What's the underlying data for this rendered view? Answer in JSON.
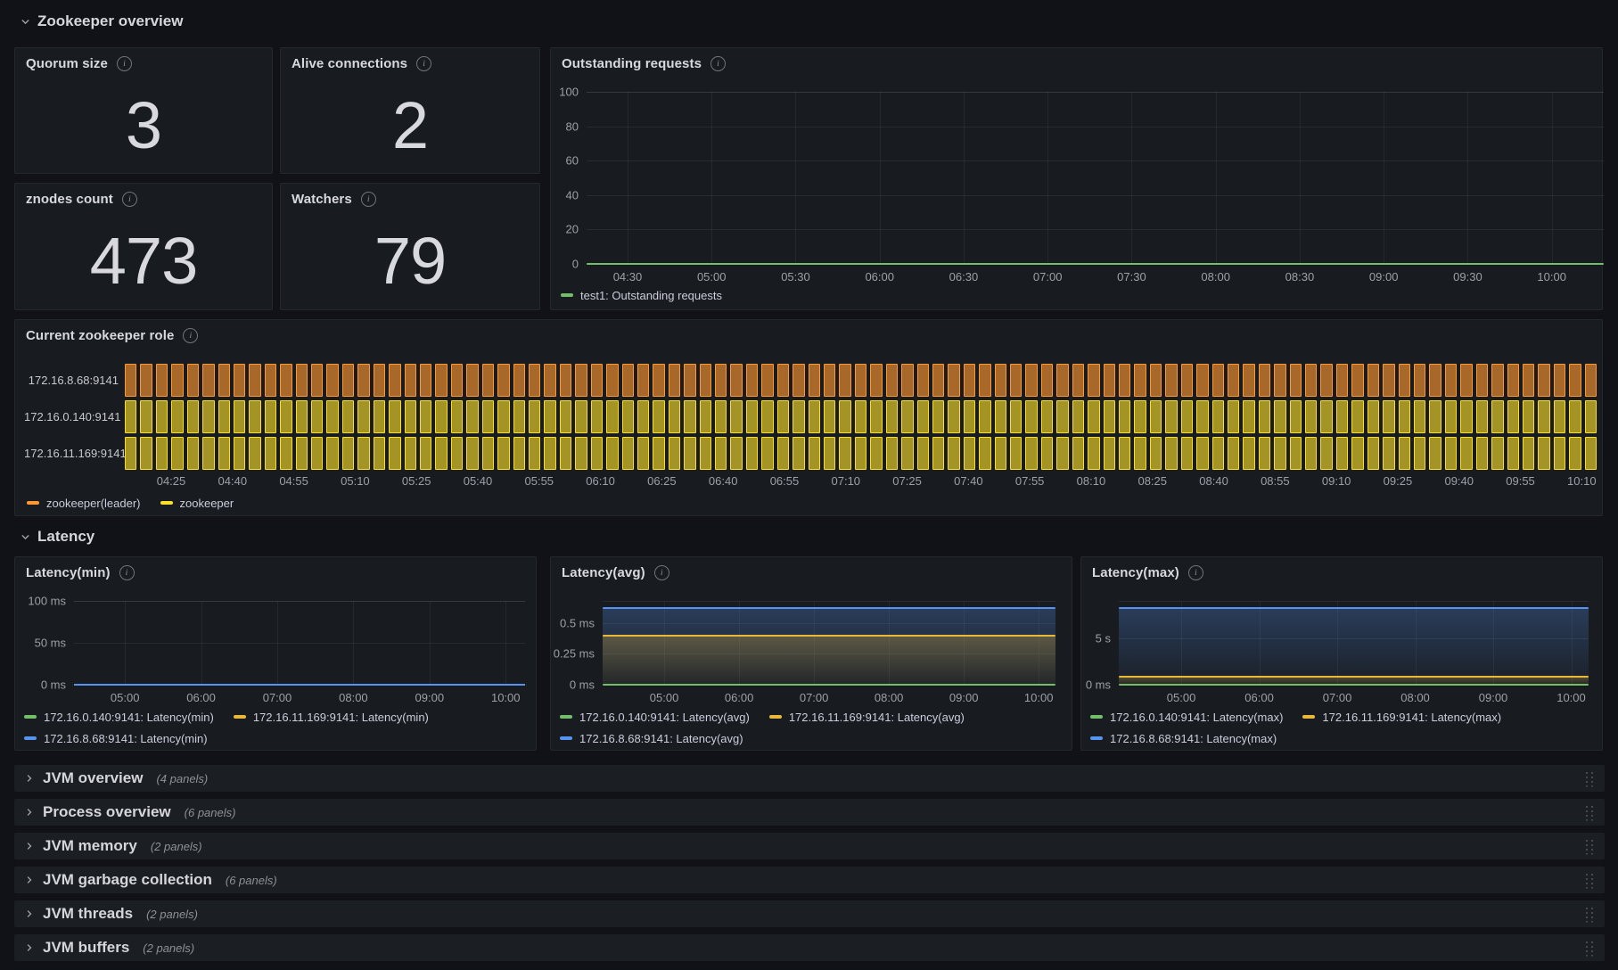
{
  "sections": {
    "overview": {
      "title": "Zookeeper overview"
    },
    "latency": {
      "title": "Latency"
    }
  },
  "stats": [
    {
      "title": "Quorum size",
      "value": "3"
    },
    {
      "title": "Alive connections",
      "value": "2"
    },
    {
      "title": "znodes count",
      "value": "473"
    },
    {
      "title": "Watchers",
      "value": "79"
    }
  ],
  "chart_data": [
    {
      "id": "outstanding-requests",
      "type": "line",
      "title": "Outstanding requests",
      "ylim": [
        0,
        100
      ],
      "y_tick_labels": [
        "100",
        "80",
        "60",
        "40",
        "20",
        "0"
      ],
      "y_tick_values": [
        100,
        80,
        60,
        40,
        20,
        0
      ],
      "x_ticks": [
        "04:30",
        "05:00",
        "05:30",
        "06:00",
        "06:30",
        "07:00",
        "07:30",
        "08:00",
        "08:30",
        "09:00",
        "09:30",
        "10:00"
      ],
      "grid": true,
      "legend_position": "bottom",
      "series": [
        {
          "name": "test1: Outstanding requests",
          "color": "#73BF69",
          "value": 0,
          "fill": false
        }
      ]
    },
    {
      "id": "current-zookeeper-role",
      "type": "state-timeline",
      "title": "Current zookeeper role",
      "x_ticks": [
        "04:25",
        "04:40",
        "04:55",
        "05:10",
        "05:25",
        "05:40",
        "05:55",
        "06:10",
        "06:25",
        "06:40",
        "06:55",
        "07:10",
        "07:25",
        "07:40",
        "07:55",
        "08:10",
        "08:25",
        "08:40",
        "08:55",
        "09:10",
        "09:25",
        "09:40",
        "09:55",
        "10:10"
      ],
      "rows": [
        {
          "label": "172.16.8.68:9141",
          "state": "zookeeper(leader)",
          "color": "#FF9830"
        },
        {
          "label": "172.16.0.140:9141",
          "state": "zookeeper",
          "color": "#FADE2A"
        },
        {
          "label": "172.16.11.169:9141",
          "state": "zookeeper",
          "color": "#FADE2A"
        }
      ],
      "legend": [
        {
          "label": "zookeeper(leader)",
          "color": "#FF9830"
        },
        {
          "label": "zookeeper",
          "color": "#FADE2A"
        }
      ],
      "segments_per_row": 95
    },
    {
      "id": "latency-min",
      "type": "line",
      "title": "Latency(min)",
      "unit": "ms",
      "ylim": [
        0,
        100
      ],
      "y_tick_labels": [
        "100 ms",
        "50 ms",
        "0 ms"
      ],
      "y_tick_values": [
        100,
        50,
        0
      ],
      "x_ticks": [
        "05:00",
        "06:00",
        "07:00",
        "08:00",
        "09:00",
        "10:00"
      ],
      "grid": true,
      "legend_position": "bottom",
      "series": [
        {
          "name": "172.16.0.140:9141: Latency(min)",
          "color": "#73BF69",
          "value": 0,
          "fill": false
        },
        {
          "name": "172.16.11.169:9141: Latency(min)",
          "color": "#EAB839",
          "value": 0,
          "fill": false
        },
        {
          "name": "172.16.8.68:9141: Latency(min)",
          "color": "#5794F2",
          "value": 0,
          "fill": false
        }
      ]
    },
    {
      "id": "latency-avg",
      "type": "line",
      "title": "Latency(avg)",
      "unit": "ms",
      "ylim": [
        0,
        0.68
      ],
      "y_tick_labels": [
        "0.5 ms",
        "0.25 ms",
        "0 ms"
      ],
      "y_tick_values": [
        0.5,
        0.25,
        0
      ],
      "x_ticks": [
        "05:00",
        "06:00",
        "07:00",
        "08:00",
        "09:00",
        "10:00"
      ],
      "grid": true,
      "legend_position": "bottom",
      "series": [
        {
          "name": "172.16.0.140:9141: Latency(avg)",
          "color": "#73BF69",
          "value": 0,
          "fill": false
        },
        {
          "name": "172.16.11.169:9141: Latency(avg)",
          "color": "#EAB839",
          "value": 0.4,
          "fill": true
        },
        {
          "name": "172.16.8.68:9141: Latency(avg)",
          "color": "#5794F2",
          "value": 0.62,
          "fill": true
        }
      ]
    },
    {
      "id": "latency-max",
      "type": "line",
      "title": "Latency(max)",
      "unit": "s",
      "ylim": [
        0,
        9.05
      ],
      "y_tick_labels": [
        "5 s",
        "0 ms"
      ],
      "y_tick_values": [
        5,
        0
      ],
      "x_ticks": [
        "05:00",
        "06:00",
        "07:00",
        "08:00",
        "09:00",
        "10:00"
      ],
      "grid": true,
      "legend_position": "bottom",
      "series": [
        {
          "name": "172.16.0.140:9141: Latency(max)",
          "color": "#73BF69",
          "value": 0,
          "fill": false
        },
        {
          "name": "172.16.11.169:9141: Latency(max)",
          "color": "#EAB839",
          "value": 0.85,
          "fill": true
        },
        {
          "name": "172.16.8.68:9141: Latency(max)",
          "color": "#5794F2",
          "value": 8.3,
          "fill": true
        }
      ]
    }
  ],
  "rows": [
    {
      "label": "JVM overview",
      "count": "(4 panels)"
    },
    {
      "label": "Process overview",
      "count": "(6 panels)"
    },
    {
      "label": "JVM memory",
      "count": "(2 panels)"
    },
    {
      "label": "JVM garbage collection",
      "count": "(6 panels)"
    },
    {
      "label": "JVM threads",
      "count": "(2 panels)"
    },
    {
      "label": "JVM buffers",
      "count": "(2 panels)"
    }
  ],
  "colors": {
    "background": "#111217",
    "panel": "#181b1f",
    "green": "#73BF69",
    "yellow": "#EAB839",
    "blue": "#5794F2",
    "orange": "#FF9830",
    "lemon": "#FADE2A"
  }
}
